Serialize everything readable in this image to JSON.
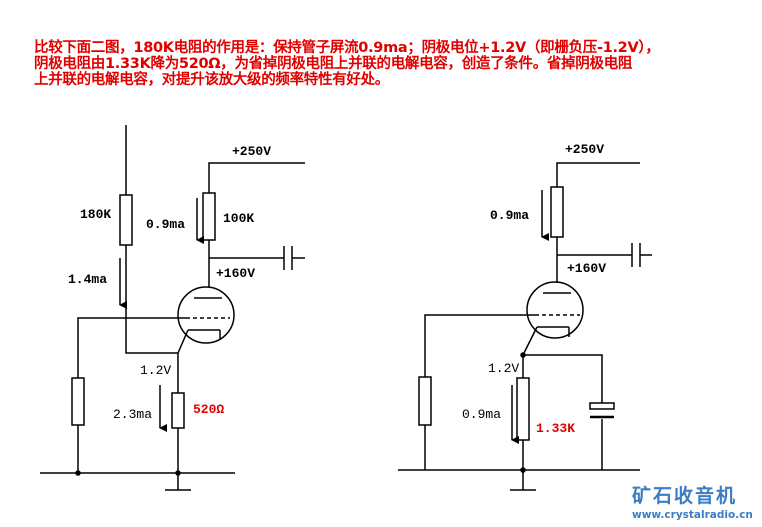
{
  "note": {
    "lines": [
      "比较下面二图，180K电阻的作用是：保持管子屏流0.9ma；阴极电位+1.2V（即栅负压-1.2V），",
      "阴极电阻由1.33K降为520Ω，为省掉阴极电阻上并联的电解电容，创造了条件。省掉阴极电阻",
      "上并联的电解电容，对提升该放大级的频率特性有好处。"
    ]
  },
  "left_circuit": {
    "supply": "+250V",
    "r_feed": "180K",
    "r_feed_current": "1.4ma",
    "plate_current": "0.9ma",
    "plate_resistor": "100K",
    "plate_voltage": "+160V",
    "cathode_voltage": "1.2V",
    "cathode_current": "2.3ma",
    "cathode_resistor": "520Ω"
  },
  "right_circuit": {
    "supply": "+250V",
    "plate_current": "0.9ma",
    "plate_voltage": "+160V",
    "cathode_voltage": "1.2V",
    "cathode_current": "0.9ma",
    "cathode_resistor": "1.33K"
  },
  "watermark": {
    "title": "矿石收音机",
    "url": "www.crystalradio.cn"
  }
}
